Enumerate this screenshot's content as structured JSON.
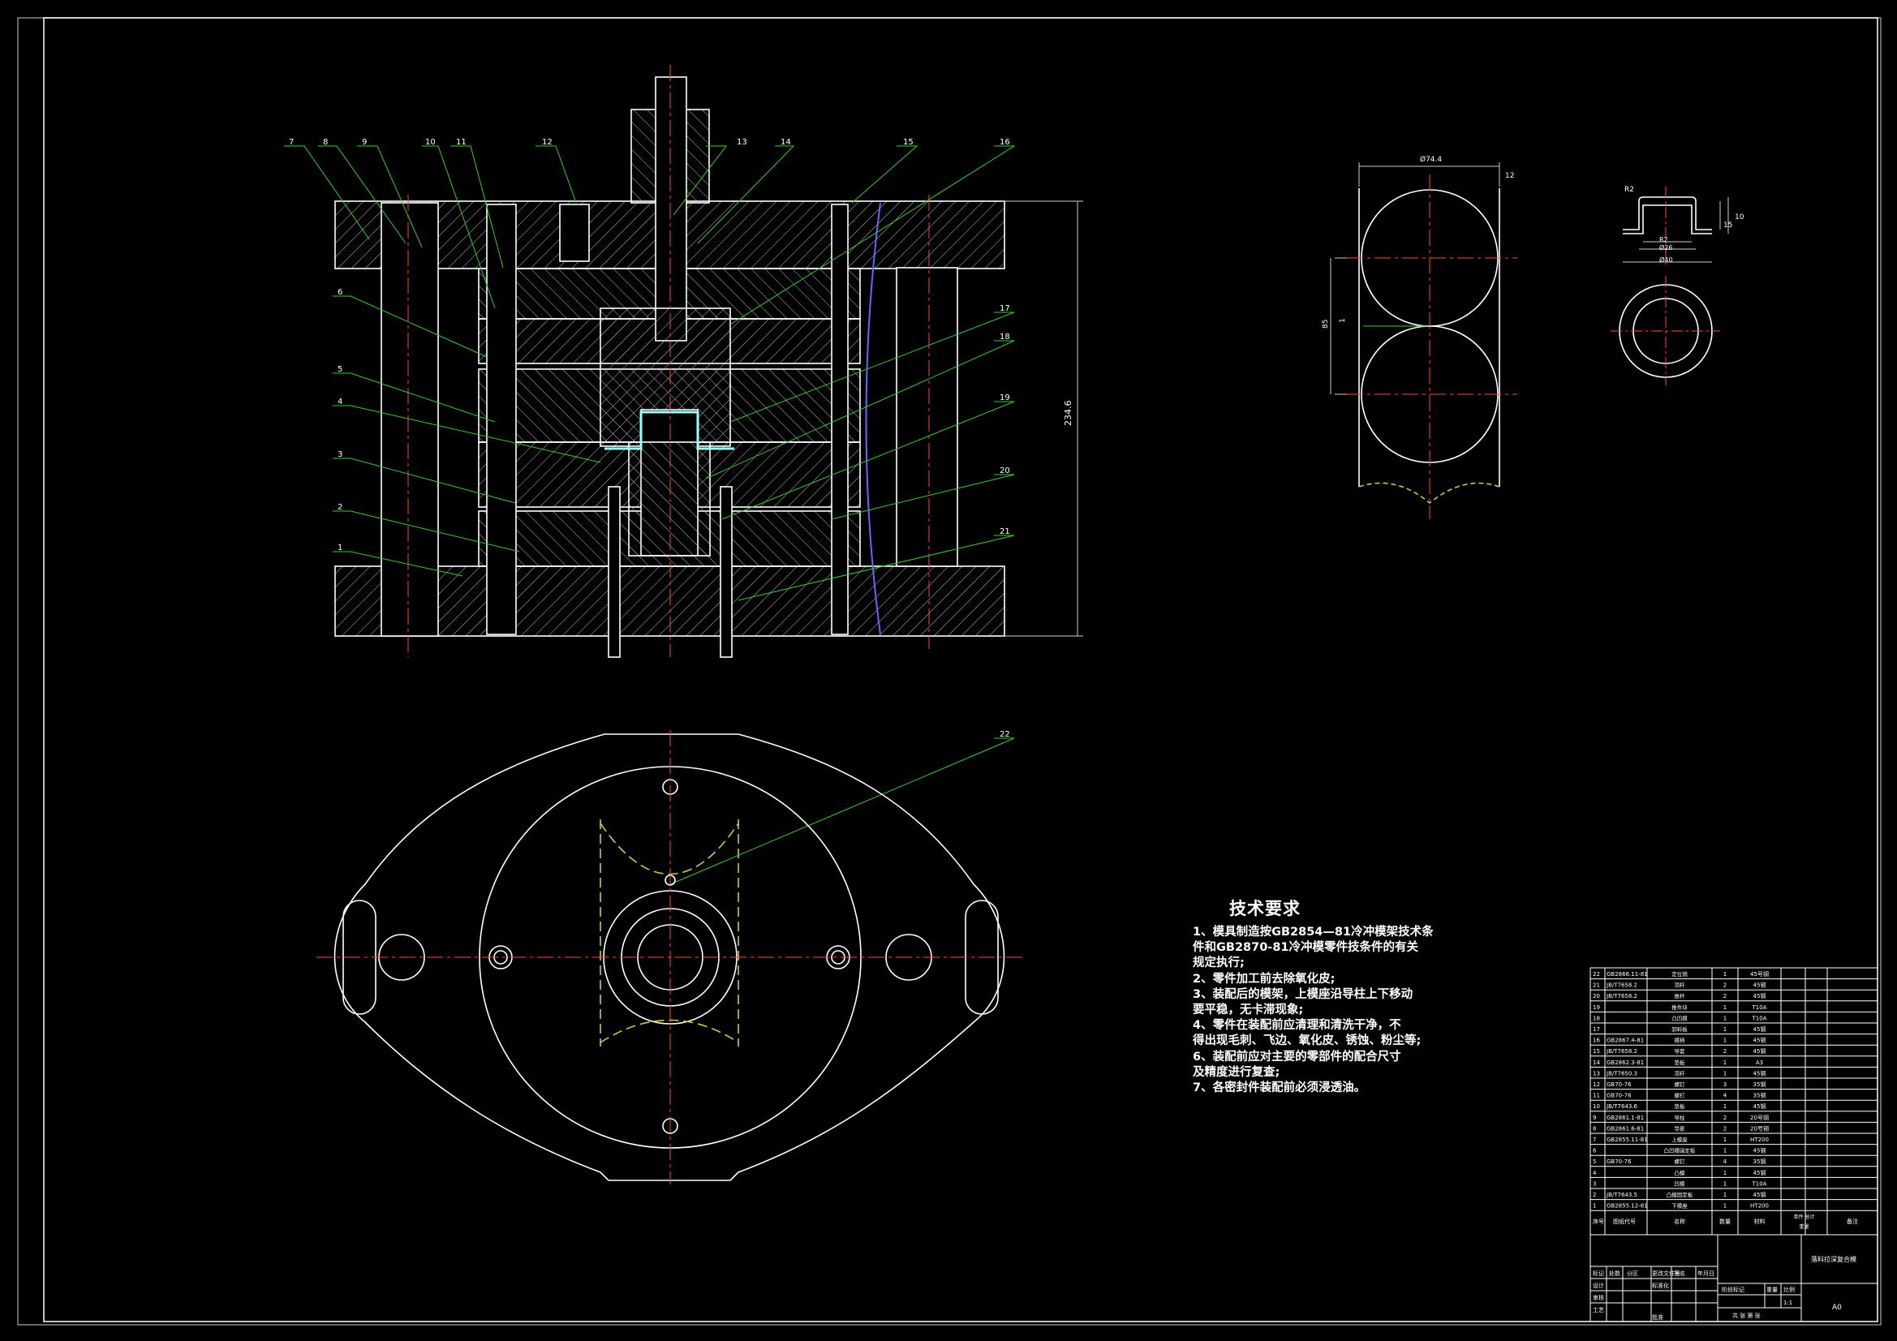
{
  "balloons": [
    "1",
    "2",
    "3",
    "4",
    "5",
    "6",
    "7",
    "8",
    "9",
    "10",
    "11",
    "12",
    "13",
    "14",
    "15",
    "16",
    "17",
    "18",
    "19",
    "20",
    "21",
    "22"
  ],
  "dimensions": {
    "height": "234.6",
    "strip_width": "Ø74.4",
    "strip_gap": "12",
    "pitch": "85",
    "margin": "1",
    "part_top": "R2",
    "part_h1": "10",
    "part_h2": "15",
    "part_w1": "R2",
    "part_w2": "Ø26",
    "part_w3": "Ø40"
  },
  "tech_notes": {
    "title": "技术要求",
    "lines": [
      "1、模具制造按GB2854—81冷冲模架技术条",
      "件和GB2870-81冷冲模零件技条件的有关",
      "规定执行;",
      "2、零件加工前去除氧化皮;",
      "3、装配后的模架，上模座沿导柱上下移动",
      "要平稳，无卡滞现象;",
      "4、零件在装配前应清理和清洗干净，不",
      "得出现毛刺、飞边、氧化皮、锈蚀、粉尘等;",
      "6、装配前应对主要的零部件的配合尺寸",
      "及精度进行复查;",
      "7、各密封件装配前必须浸透油。"
    ]
  },
  "bom": [
    {
      "no": "22",
      "code": "GB2866.11-81",
      "name": "定位销",
      "qty": "1",
      "mat": "45号钢"
    },
    {
      "no": "21",
      "code": "JB/T7658.2",
      "name": "顶杆",
      "qty": "2",
      "mat": "45钢"
    },
    {
      "no": "20",
      "code": "JB/T7658.2",
      "name": "推杆",
      "qty": "2",
      "mat": "45钢"
    },
    {
      "no": "19",
      "code": "",
      "name": "推件块",
      "qty": "1",
      "mat": "T10A"
    },
    {
      "no": "18",
      "code": "",
      "name": "凸凹模",
      "qty": "1",
      "mat": "T10A"
    },
    {
      "no": "17",
      "code": "",
      "name": "卸料板",
      "qty": "1",
      "mat": "45钢"
    },
    {
      "no": "16",
      "code": "GB2867.4-81",
      "name": "模柄",
      "qty": "1",
      "mat": "45钢"
    },
    {
      "no": "15",
      "code": "JB/T7658.2",
      "name": "导套",
      "qty": "2",
      "mat": "45钢"
    },
    {
      "no": "14",
      "code": "GB2862.3-81",
      "name": "垫板",
      "qty": "1",
      "mat": "A3"
    },
    {
      "no": "13",
      "code": "JB/T7650.3",
      "name": "顶杆",
      "qty": "1",
      "mat": "45钢"
    },
    {
      "no": "12",
      "code": "GB70-76",
      "name": "螺钉",
      "qty": "3",
      "mat": "35钢"
    },
    {
      "no": "11",
      "code": "GB70-76",
      "name": "螺钉",
      "qty": "4",
      "mat": "35钢"
    },
    {
      "no": "10",
      "code": "JB/T7643.6",
      "name": "垫板",
      "qty": "1",
      "mat": "45钢"
    },
    {
      "no": "9",
      "code": "GB2861.1-81",
      "name": "导柱",
      "qty": "2",
      "mat": "20号钢"
    },
    {
      "no": "8",
      "code": "GB2861.6-81",
      "name": "导套",
      "qty": "2",
      "mat": "20号钢"
    },
    {
      "no": "7",
      "code": "GB2855.11-81",
      "name": "上模座",
      "qty": "1",
      "mat": "HT200"
    },
    {
      "no": "6",
      "code": "",
      "name": "凸凹模固定板",
      "qty": "1",
      "mat": "45钢"
    },
    {
      "no": "5",
      "code": "GB70-76",
      "name": "螺钉",
      "qty": "4",
      "mat": "35钢"
    },
    {
      "no": "4",
      "code": "",
      "name": "凸模",
      "qty": "1",
      "mat": "45钢"
    },
    {
      "no": "3",
      "code": "",
      "name": "凹模",
      "qty": "1",
      "mat": "T10A"
    },
    {
      "no": "2",
      "code": "JB/T7643.5",
      "name": "凸模固定板",
      "qty": "1",
      "mat": "45钢"
    },
    {
      "no": "1",
      "code": "GB2855.12-81",
      "name": "下模座",
      "qty": "1",
      "mat": "HT200"
    }
  ],
  "bom_header": {
    "no": "序号",
    "code": "图纸代号",
    "name": "名称",
    "qty": "数量",
    "mat": "材料",
    "weight": "单件 总计",
    "weight2": "重量",
    "remark": "备注"
  },
  "title_block": {
    "drawing_name": "落料拉深复合模",
    "scale": "1:1",
    "sheet_size": "A0",
    "rows": [
      "标记",
      "设计",
      "审核",
      "工艺"
    ],
    "cols": [
      "处数",
      "分区",
      "更改文件号",
      "签名",
      "年月日"
    ],
    "stage": "阶段标记",
    "weight": "重量",
    "ratio": "比例",
    "sheets": "共 张  第 张",
    "std": "标准化",
    "approve": "批准"
  }
}
